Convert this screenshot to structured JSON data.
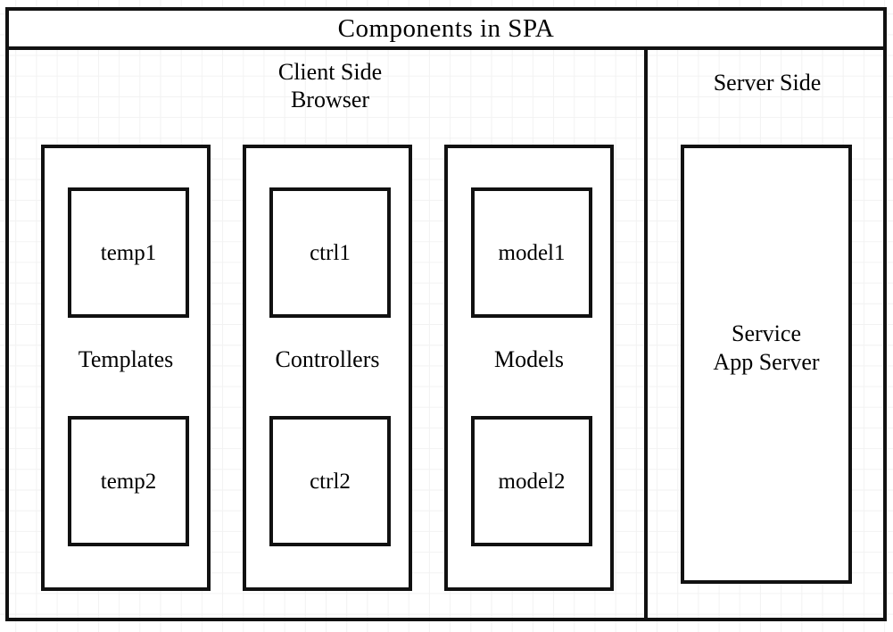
{
  "diagram": {
    "title": "Components in SPA",
    "panels": {
      "client": {
        "heading": "Client Side\nBrowser",
        "columns": [
          {
            "label": "Templates",
            "top_item": "temp1",
            "bottom_item": "temp2"
          },
          {
            "label": "Controllers",
            "top_item": "ctrl1",
            "bottom_item": "ctrl2"
          },
          {
            "label": "Models",
            "top_item": "model1",
            "bottom_item": "model2"
          }
        ]
      },
      "server": {
        "heading": "Server Side",
        "box_label": "Service\nApp  Server"
      }
    },
    "colors": {
      "stroke": "#111111",
      "background": "#ffffff",
      "grid": "#f2f2f2"
    }
  }
}
